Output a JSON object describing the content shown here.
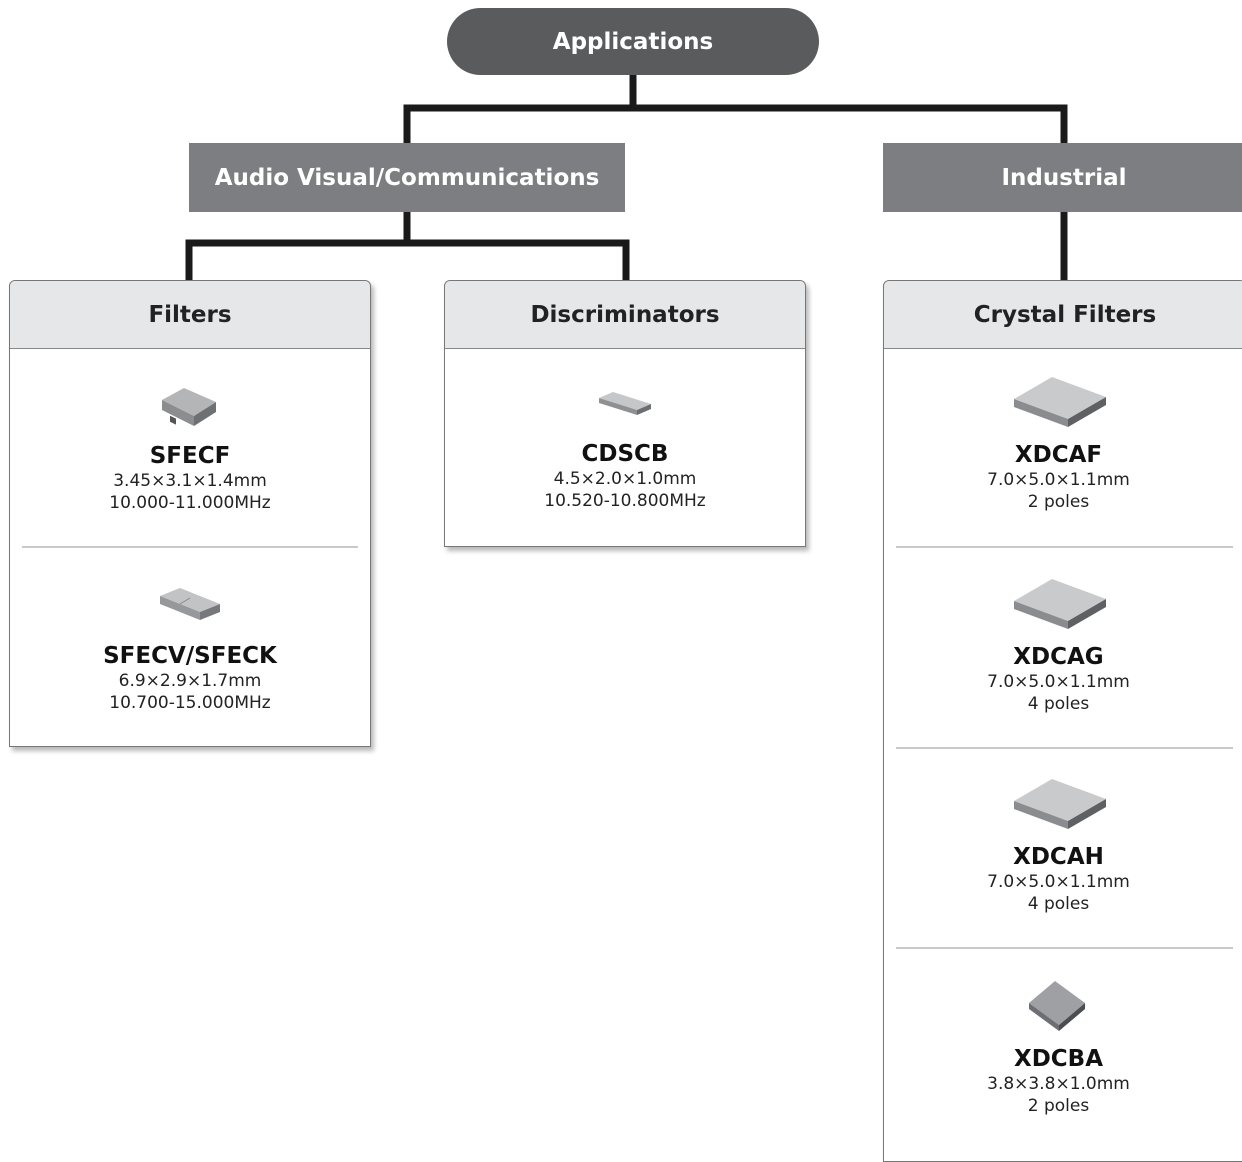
{
  "root": {
    "label": "Applications"
  },
  "categories": {
    "av": {
      "label": "Audio Visual/Communications"
    },
    "industrial": {
      "label": "Industrial"
    }
  },
  "groups": {
    "filters": {
      "title": "Filters",
      "items": [
        {
          "name": "SFECF",
          "size": "3.45×3.1×1.4mm",
          "spec": "10.000-11.000MHz",
          "icon": "sfecf-component-icon"
        },
        {
          "name": "SFECV/SFECK",
          "size": "6.9×2.9×1.7mm",
          "spec": "10.700-15.000MHz",
          "icon": "sfecv-component-icon"
        }
      ]
    },
    "discriminators": {
      "title": "Discriminators",
      "items": [
        {
          "name": "CDSCB",
          "size": "4.5×2.0×1.0mm",
          "spec": "10.520-10.800MHz",
          "icon": "cdscb-component-icon"
        }
      ]
    },
    "crystal_filters": {
      "title": "Crystal Filters",
      "items": [
        {
          "name": "XDCAF",
          "size": "7.0×5.0×1.1mm",
          "spec": "2 poles",
          "icon": "xdcaf-component-icon"
        },
        {
          "name": "XDCAG",
          "size": "7.0×5.0×1.1mm",
          "spec": "4 poles",
          "icon": "xdcag-component-icon"
        },
        {
          "name": "XDCAH",
          "size": "7.0×5.0×1.1mm",
          "spec": "4 poles",
          "icon": "xdcah-component-icon"
        },
        {
          "name": "XDCBA",
          "size": "3.8×3.8×1.0mm",
          "spec": "2 poles",
          "icon": "xdcba-component-icon"
        }
      ]
    }
  },
  "colors": {
    "root_fill": "#5a5b5d",
    "category_fill": "#7d7e81",
    "panel_header_fill": "#e6e7e8",
    "connector": "#1a1a1a"
  }
}
